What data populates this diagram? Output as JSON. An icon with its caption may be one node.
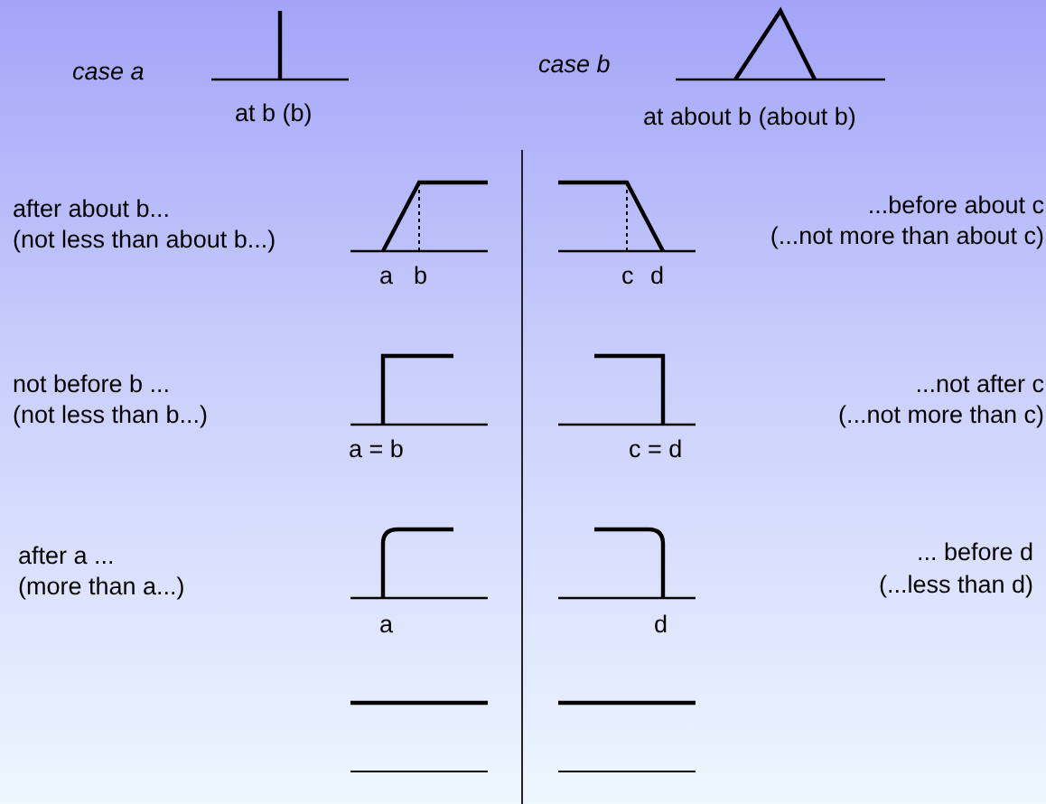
{
  "diagram": {
    "labels": [
      "case a",
      "case b",
      "at b (b)",
      "at about b (about b)",
      "after about b...",
      "(not less than about b...)",
      "...before about c",
      "(...not more than about c)",
      "a",
      "b",
      "c",
      "d",
      "not before b ...",
      "(not less than b...)",
      "...not after c",
      "(...not more than c)",
      "a = b",
      "c = d",
      "after a ...",
      "(more than a...)",
      "... before d",
      "(...less than d)",
      "a",
      "d"
    ]
  }
}
